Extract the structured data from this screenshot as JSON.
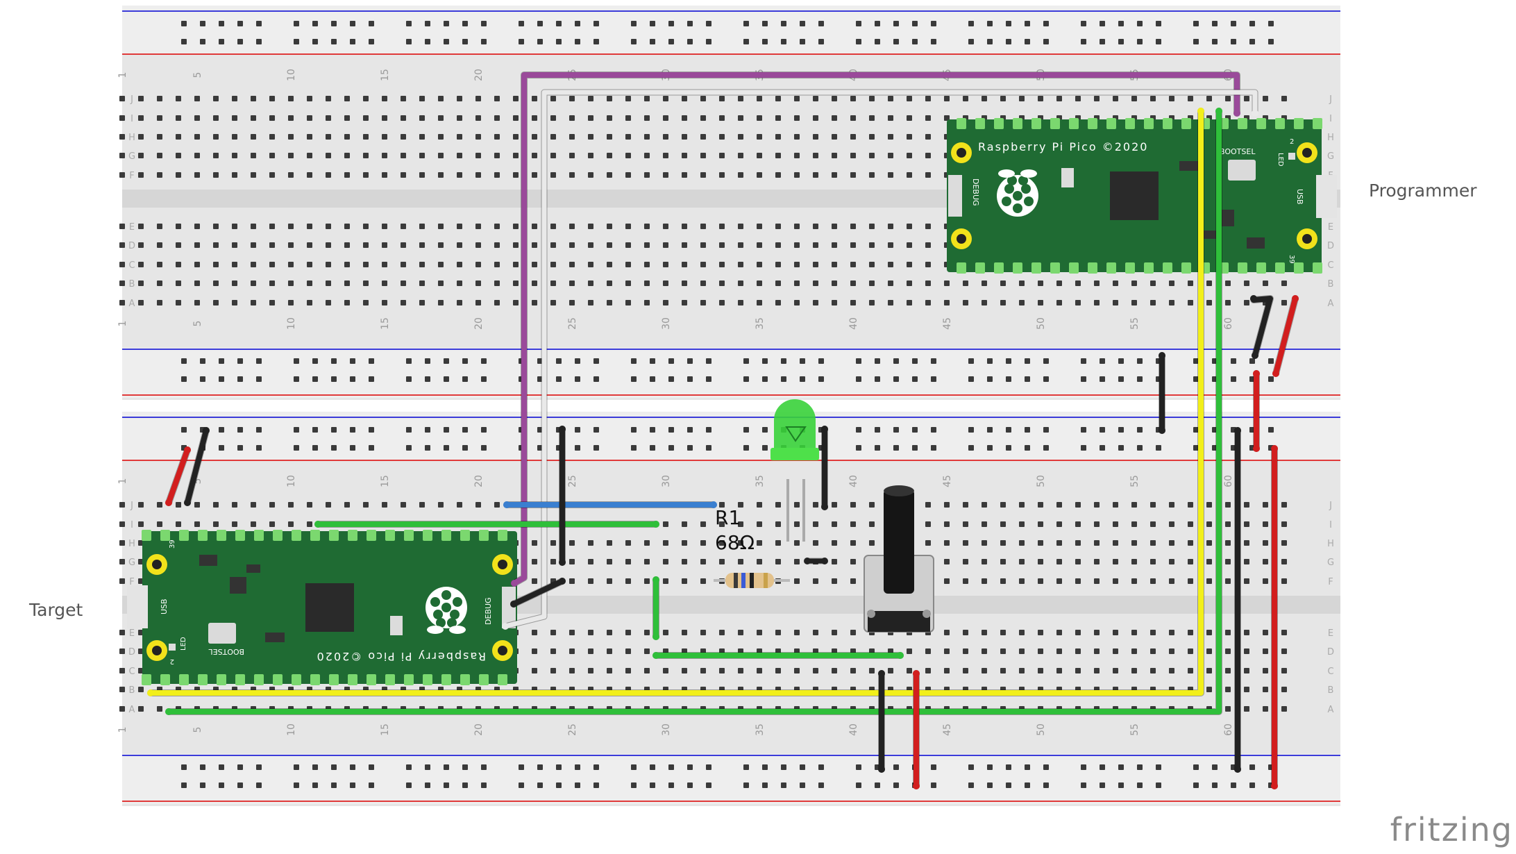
{
  "labels": {
    "target": "Target",
    "programmer": "Programmer",
    "brand": "fritzing"
  },
  "board_text": {
    "pico_title": "Raspberry Pi Pico ©2020",
    "debug": "DEBUG",
    "bootsel": "BOOTSEL",
    "usb": "USB",
    "led": "LED",
    "pin2": "2",
    "pin39": "39"
  },
  "components": {
    "resistor_ref": "R1",
    "resistor_value": "68Ω"
  },
  "breadboard": {
    "column_numbers": [
      "1",
      "5",
      "10",
      "15",
      "20",
      "25",
      "30",
      "35",
      "40",
      "45",
      "50",
      "55",
      "60"
    ],
    "row_letters_top": [
      "J",
      "I",
      "H",
      "G",
      "F"
    ],
    "row_letters_bottom": [
      "E",
      "D",
      "C",
      "B",
      "A"
    ]
  },
  "colors": {
    "board_bg": "#e6e6e6",
    "pcb_green": "#1f6b33",
    "hole": "#3a3a3a",
    "hole_connected": "#7bd86f",
    "rail_blue": "#3b3bd9",
    "rail_red": "#e03a3a",
    "wire_purple": "#9a4a9a",
    "wire_white": "#e9e9e9",
    "wire_yellow": "#f2ef1a",
    "wire_green": "#2fbf3a",
    "wire_blue": "#3a7fd0",
    "wire_red": "#d21e1e",
    "wire_black": "#222222",
    "led_green": "#39d13a",
    "pad_yellow": "#f2e21b"
  }
}
